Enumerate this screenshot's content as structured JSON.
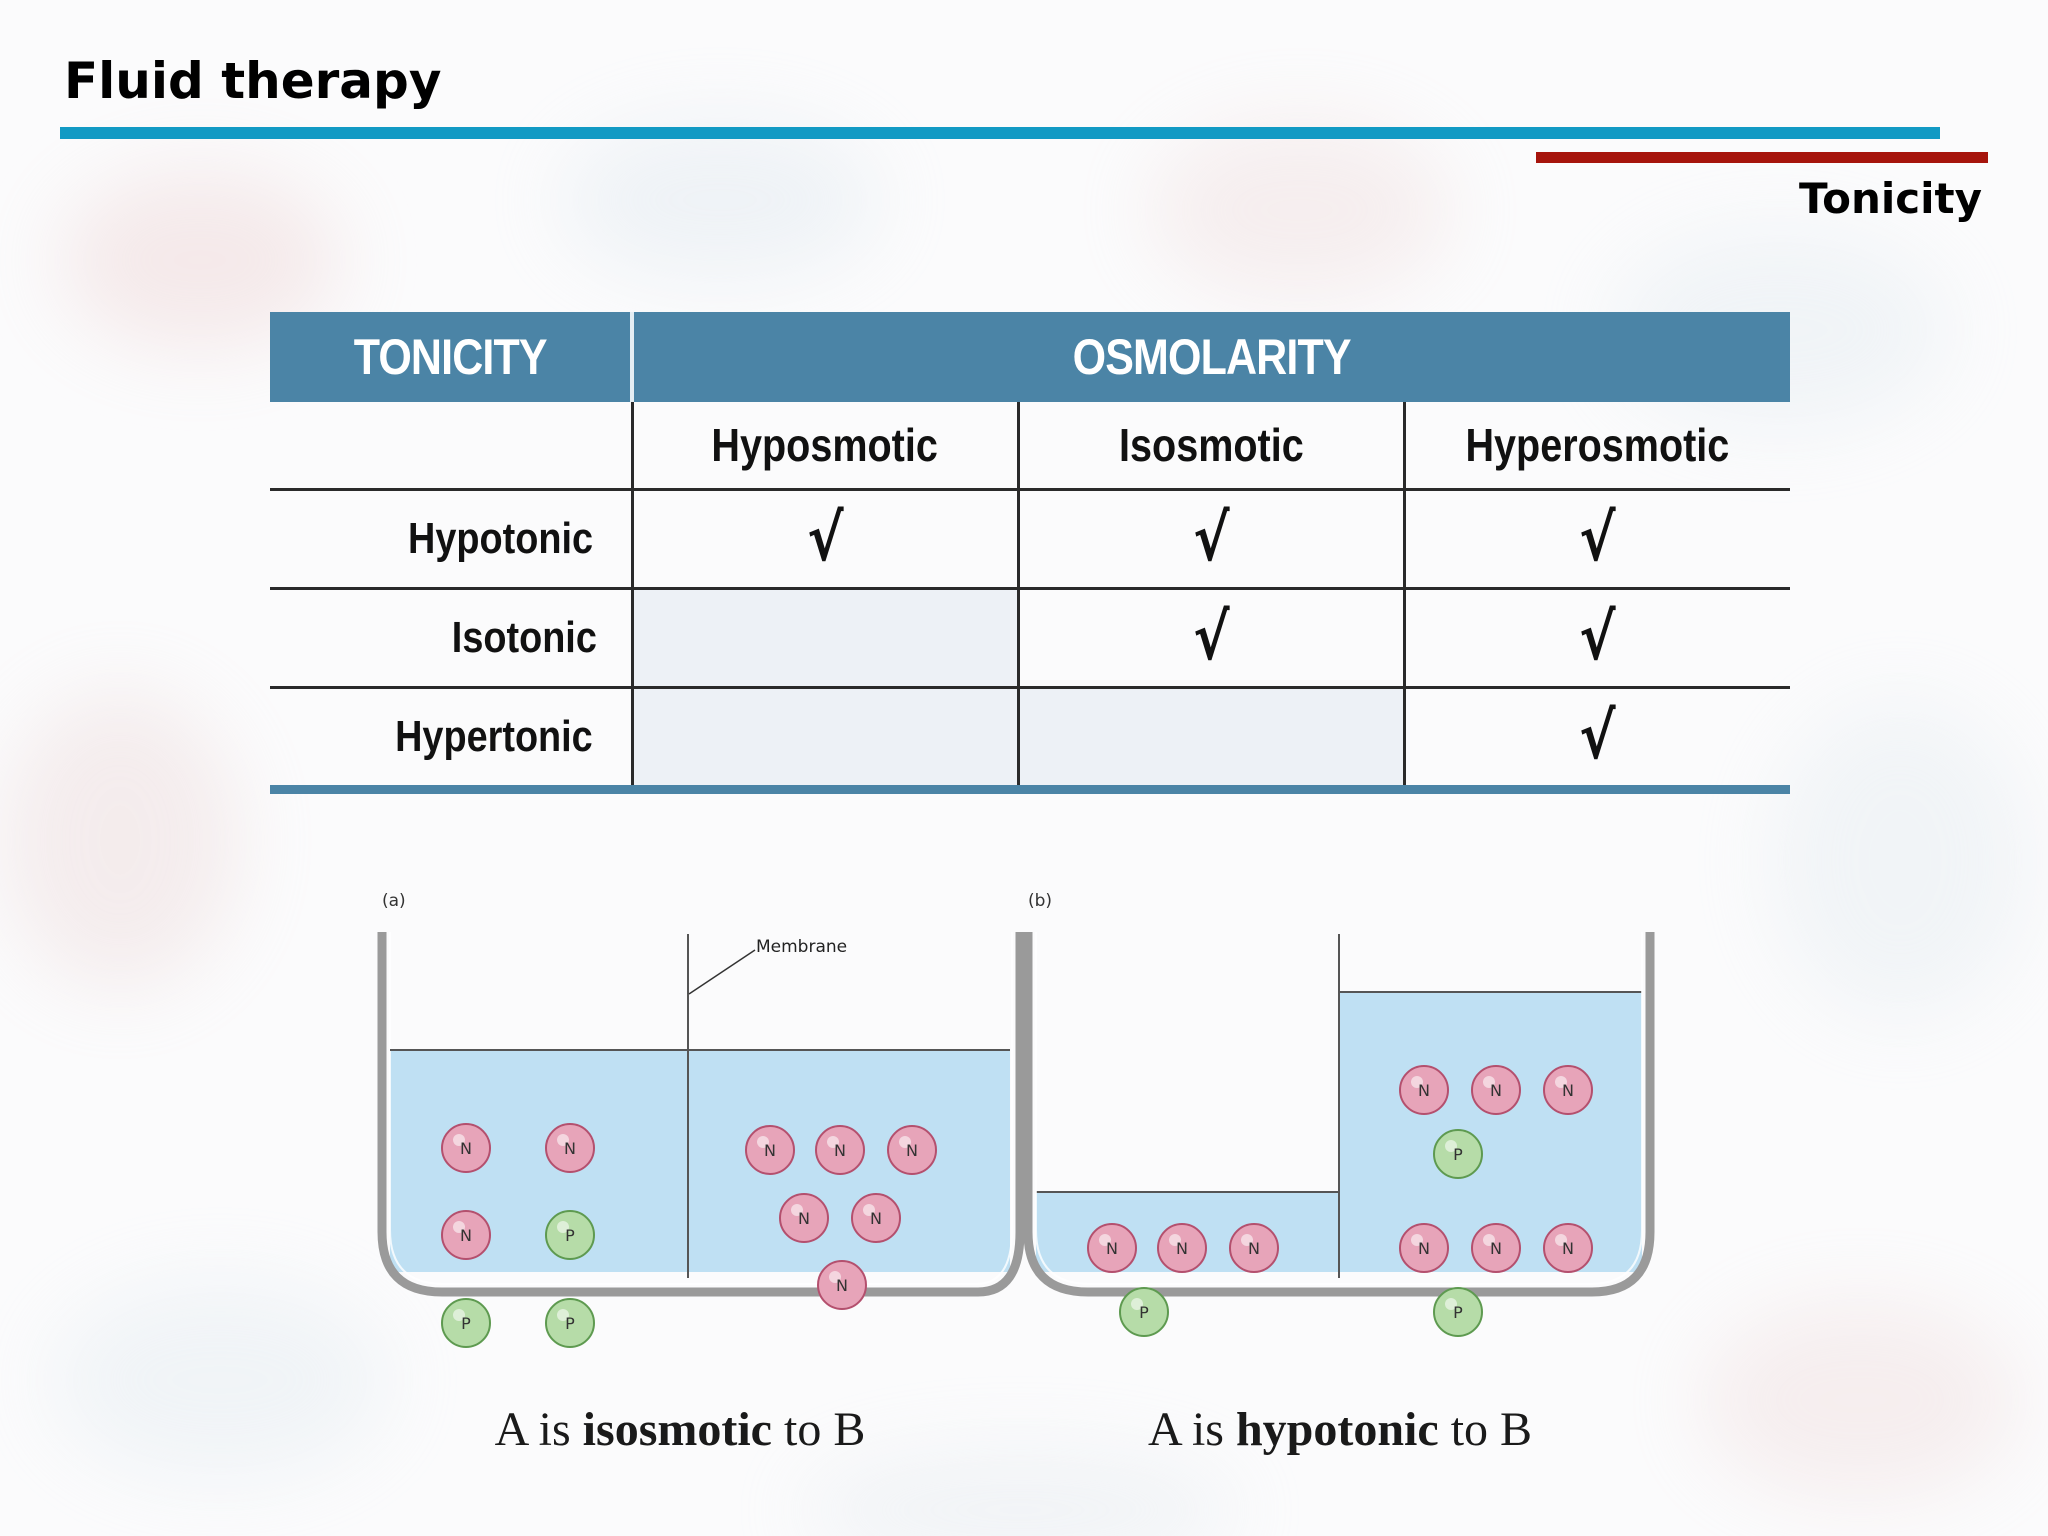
{
  "header": {
    "title": "Fluid therapy",
    "section": "Tonicity"
  },
  "table": {
    "col_header_left": "TONICITY",
    "col_header_right": "OSMOLARITY",
    "subheaders": [
      "Hyposmotic",
      "Isosmotic",
      "Hyperosmotic"
    ],
    "check_symbol": "√",
    "rows": [
      {
        "label": "Hypotonic",
        "checks": [
          true,
          true,
          true
        ]
      },
      {
        "label": "Isotonic",
        "checks": [
          false,
          true,
          true
        ]
      },
      {
        "label": "Hypertonic",
        "checks": [
          false,
          false,
          true
        ]
      }
    ]
  },
  "diagram": {
    "panel_a": {
      "tag": "(a)",
      "membrane_label": "Membrane",
      "left_particles": [
        "N",
        "N",
        "N",
        "P",
        "P",
        "P"
      ],
      "right_particles": [
        "N",
        "N",
        "N",
        "N",
        "N",
        "N"
      ]
    },
    "panel_b": {
      "tag": "(b)",
      "left_particles": [
        "N",
        "N",
        "N",
        "P"
      ],
      "right_particles": [
        "N",
        "N",
        "N",
        "P",
        "N",
        "N",
        "N",
        "P"
      ]
    },
    "caption_a": {
      "pre": "A is ",
      "bold": "isosmotic",
      "post": " to B"
    },
    "caption_b": {
      "pre": "A is ",
      "bold": "hypotonic",
      "post": " to B"
    },
    "colors": {
      "fluid": "#bfe0f3",
      "n_particle": "#e7a4b9",
      "p_particle": "#b6dca8",
      "beaker": "#9a9a9a",
      "table_header": "#4b84a6",
      "title_rule": "#129ac4",
      "section_rule": "#a6140c"
    }
  }
}
